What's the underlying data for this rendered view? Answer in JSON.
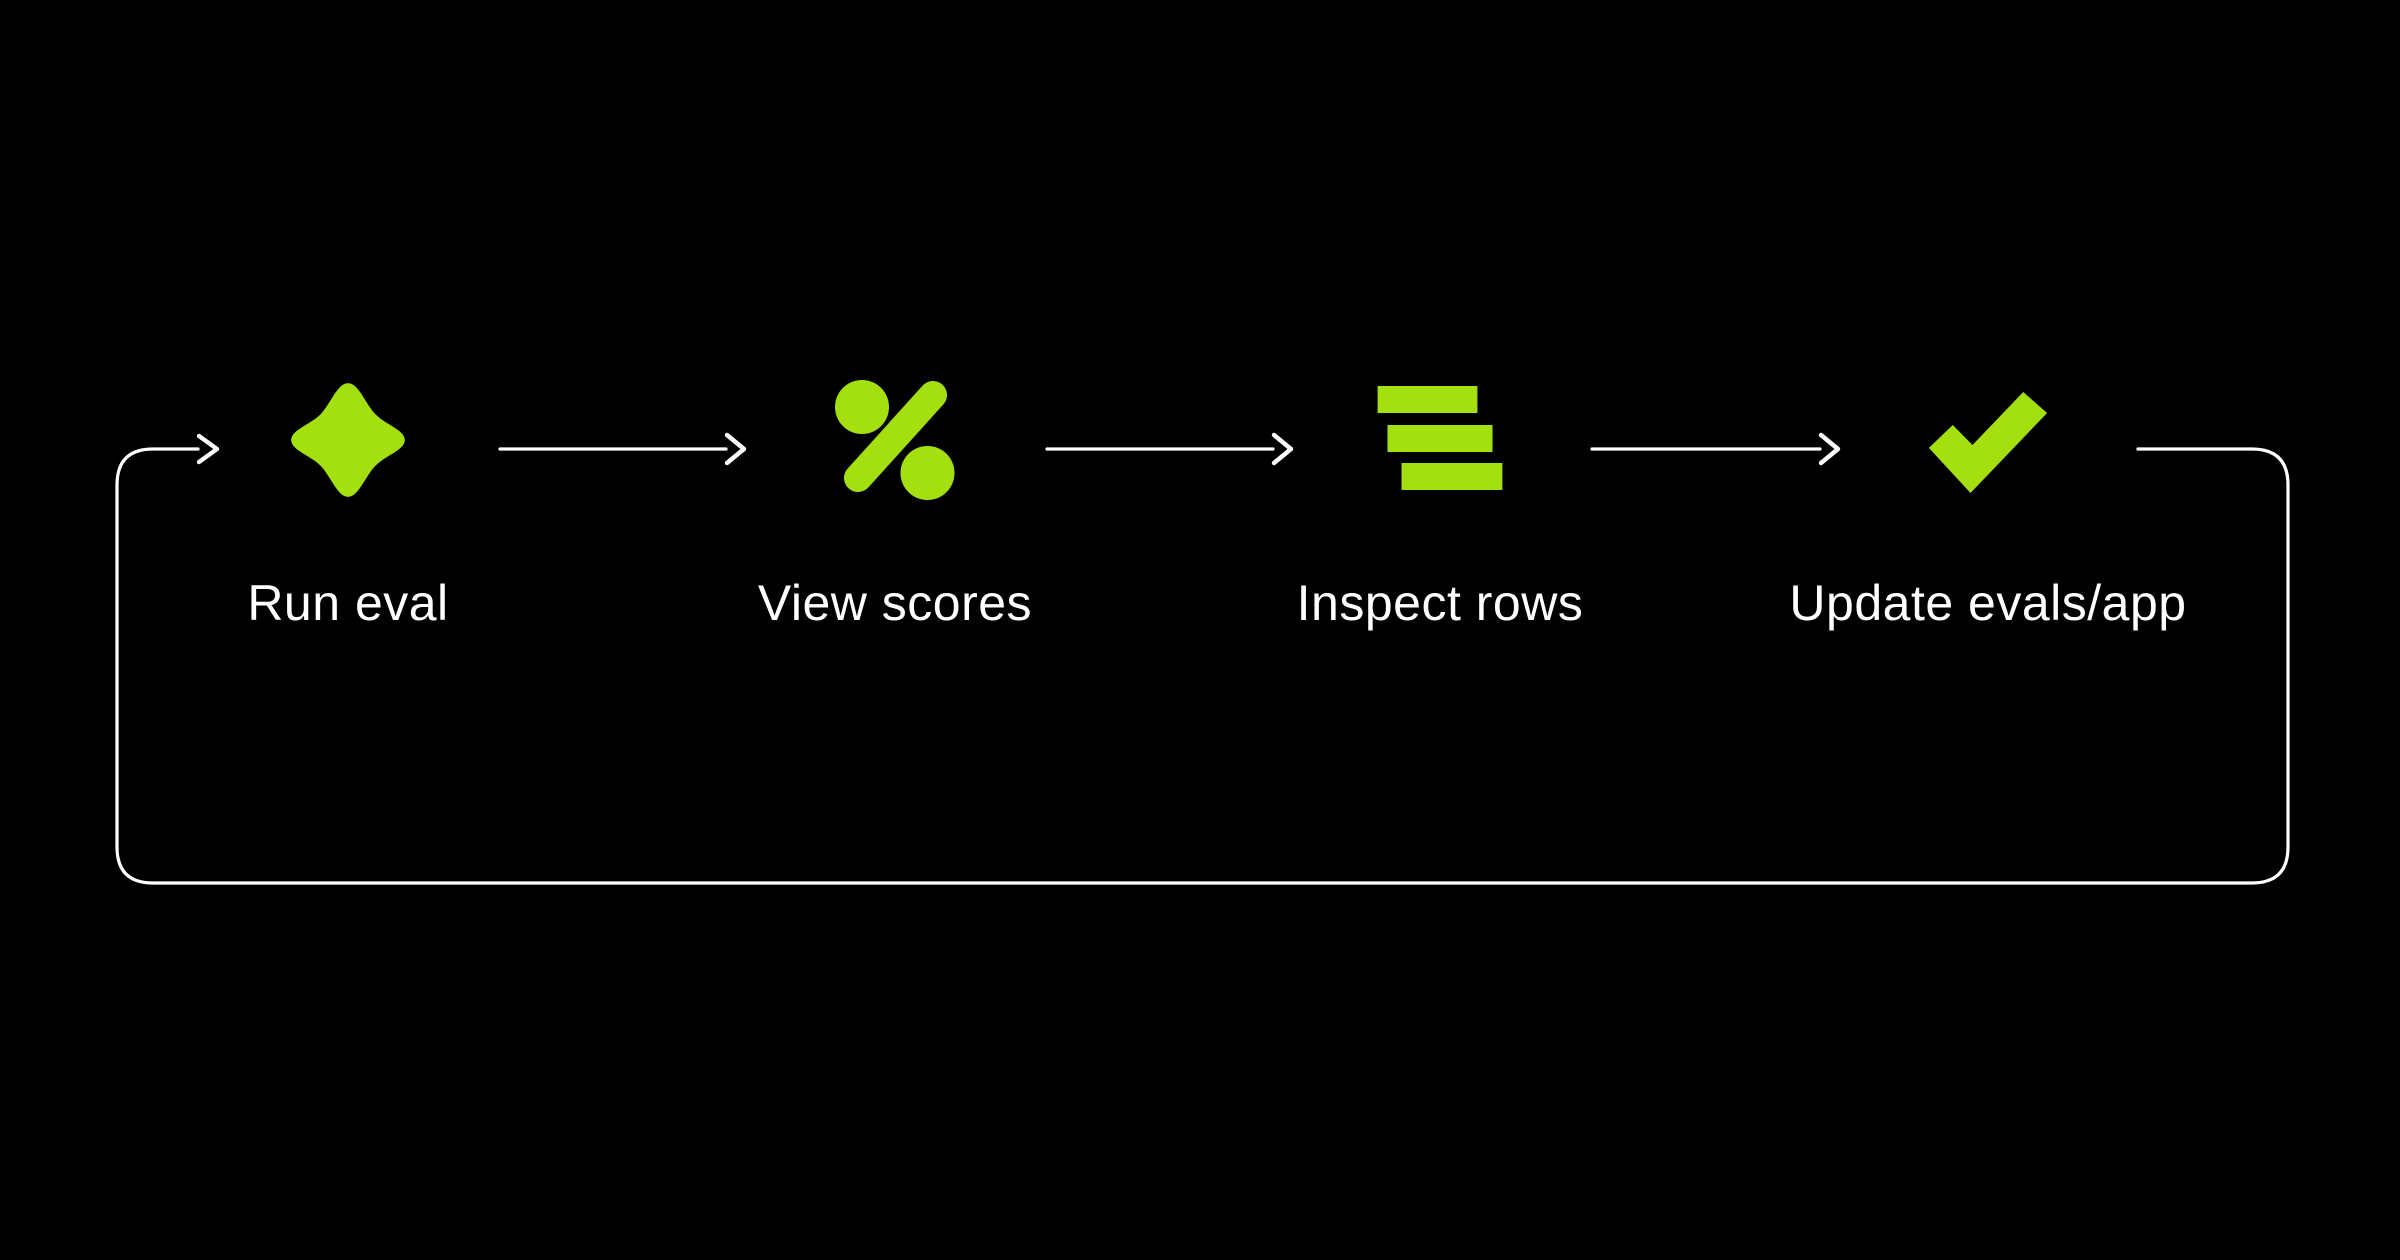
{
  "diagram": {
    "colors": {
      "background": "#000000",
      "accent": "#A4DF10",
      "line": "#FFFFFF",
      "text": "#FFFFFF"
    },
    "steps": [
      {
        "label": "Run eval",
        "icon": "sparkle-icon"
      },
      {
        "label": "View scores",
        "icon": "percent-icon"
      },
      {
        "label": "Inspect rows",
        "icon": "stacked-rows-icon"
      },
      {
        "label": "Update evals/app",
        "icon": "checkmark-icon"
      }
    ],
    "flow": {
      "shape": "closed-loop",
      "direction": "left-to-right with return loop"
    }
  }
}
